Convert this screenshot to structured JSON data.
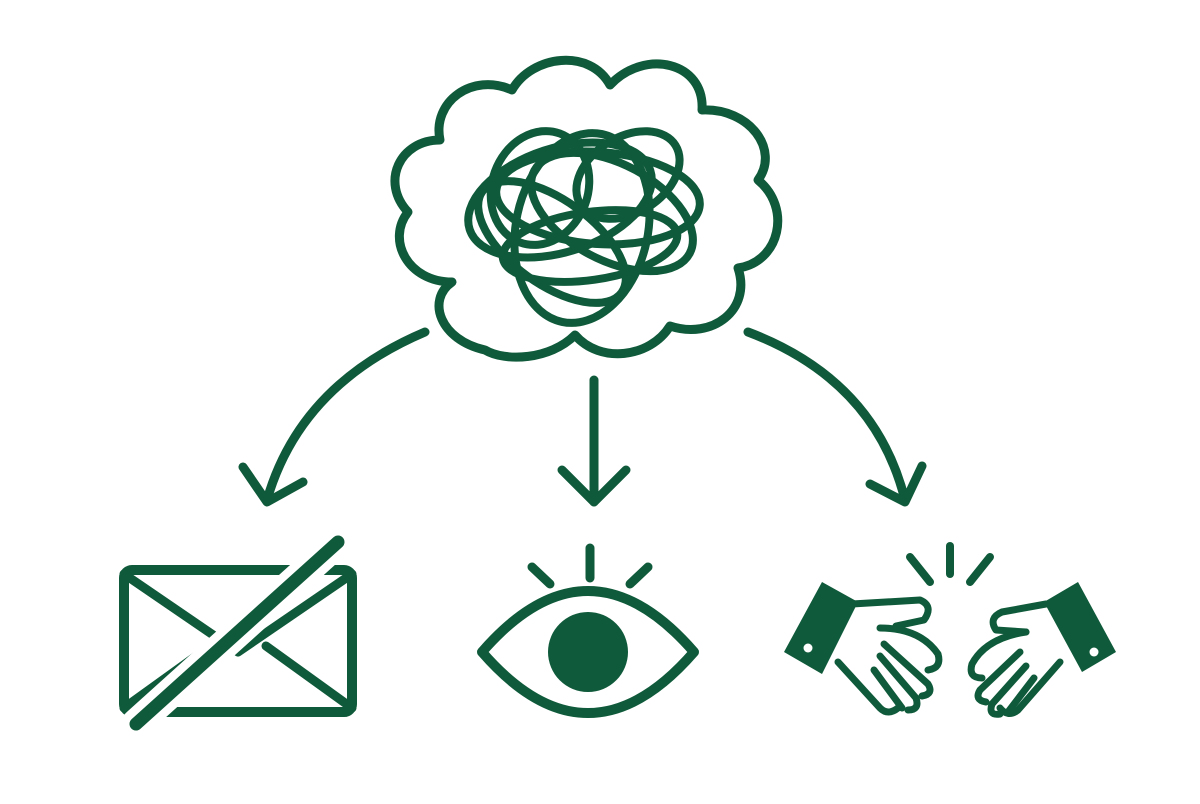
{
  "colors": {
    "ink": "#0f5a3a",
    "background": "#ffffff"
  },
  "diagram": {
    "source": {
      "icon": "tangled-thought-cloud-icon"
    },
    "arrows": [
      {
        "from": "source",
        "to": "outcome-1",
        "icon": "curved-arrow-left-icon"
      },
      {
        "from": "source",
        "to": "outcome-2",
        "icon": "arrow-down-icon"
      },
      {
        "from": "source",
        "to": "outcome-3",
        "icon": "curved-arrow-right-icon"
      }
    ],
    "outcomes": [
      {
        "id": "outcome-1",
        "icon": "crossed-out-envelope-icon"
      },
      {
        "id": "outcome-2",
        "icon": "eye-icon"
      },
      {
        "id": "outcome-3",
        "icon": "handshake-icon"
      }
    ]
  }
}
